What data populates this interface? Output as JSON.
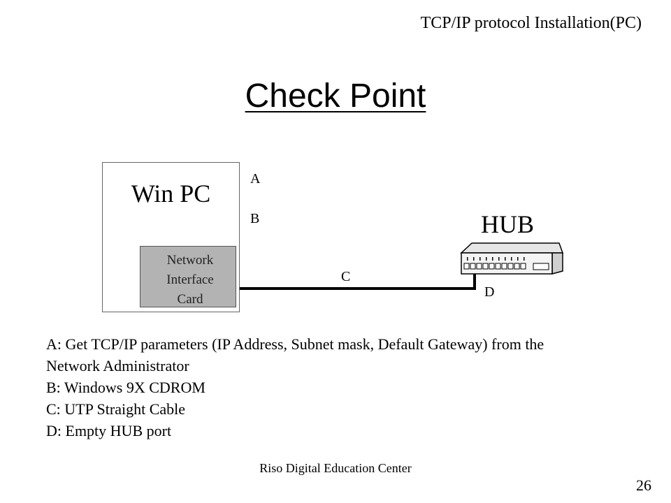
{
  "header": {
    "title": "TCP/IP protocol Installation(PC)"
  },
  "slide": {
    "title": "Check Point"
  },
  "diagram": {
    "pc_label": "Win PC",
    "nic_lines": [
      "Network",
      "Interface",
      "Card"
    ],
    "hub_label": "HUB",
    "labels": {
      "a": "A",
      "b": "B",
      "c": "C",
      "d": "D"
    }
  },
  "legend": [
    "A: Get TCP/IP parameters (IP Address, Subnet mask, Default Gateway) from the",
    "Network Administrator",
    "B: Windows 9X CDROM",
    "C: UTP Straight Cable",
    "D: Empty HUB port"
  ],
  "footer": {
    "org": "Riso Digital Education Center",
    "page": "26"
  }
}
